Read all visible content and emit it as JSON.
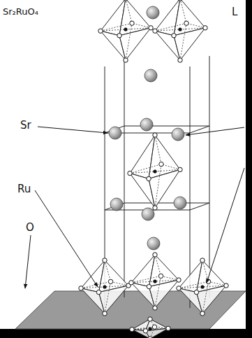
{
  "diagram": {
    "labels": [
      "Sr₂RuO₄",
      "L",
      "Sr",
      "Ru",
      "O"
    ]
  }
}
